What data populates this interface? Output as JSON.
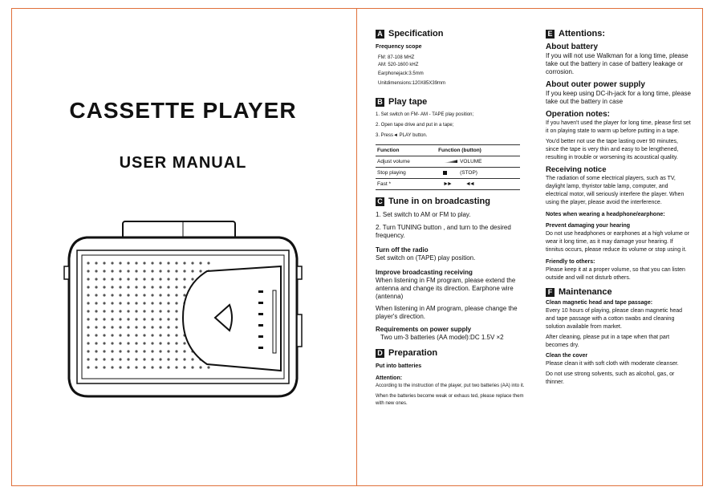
{
  "cover": {
    "title": "CASSETTE  PLAYER",
    "subtitle": "USER  MANUAL"
  },
  "spec": {
    "badge": "A",
    "title": "Specification",
    "freq_heading": "Frequency scope",
    "lines": [
      "FM: 87-108 MHZ",
      "AM: 520-1600 kHZ",
      "Earphonejack:3.5mm",
      "Unitdimensions:120X85X39mm"
    ]
  },
  "play": {
    "badge": "B",
    "title": "Play tape",
    "steps": [
      "1. Set switch on FM- AM - TAPE play position;",
      "2. Open tape drive and put in a tape;",
      "3. Press◄ PLAY button."
    ],
    "table": {
      "headers": [
        "Function",
        "Function (button)"
      ],
      "rows": [
        {
          "name": "Adjust volume",
          "button": "VOLUME"
        },
        {
          "name": "Stop playing",
          "button": "(STOP)"
        },
        {
          "name": "Fast *",
          "button": ""
        }
      ]
    }
  },
  "tune": {
    "badge": "C",
    "title": "Tune in on broadcasting",
    "step1": "1. Set switch to AM or FM to play.",
    "step2": "2. Turn TUNING button , and turn to the desired frequency.",
    "off_heading": "Turn off the radio",
    "off_text": "Set switch on  (TAPE) play position.",
    "improve_heading": "Improve broadcasting receiving",
    "improve_fm": "When listening in FM  program, please extend the antenna and change its direction. Earphone wire (antenna)",
    "improve_am": "When listening in AM program, please change the player's direction.",
    "power_heading": "Requirements on power supply",
    "power_text": "Two um-3 batteries (AA  model):DC 1.5V ×2"
  },
  "prep": {
    "badge": "D",
    "title": "Preparation",
    "sub": "Put into batteries",
    "attention": "Attention:",
    "text1": "According to the instruction of the player, put two batteries (AA) into it.",
    "text2": "When the batteries become weak or exhaus    ted, please replace them with new ones."
  },
  "attn": {
    "badge": "E",
    "title": "Attentions:",
    "battery_heading": "About battery",
    "battery_text": "If you will not use Walkman for a long time, please take out the battery in case of battery leakage or corrosion.",
    "power_heading": "About outer power supply",
    "power_text": "If you keep using DC-ih-jack for a long time, please take out the battery in case",
    "op_heading": "Operation notes:",
    "op_text1": "If you haven't used the player for long time, please first set it on playing state to warm up before putting in a tape.",
    "op_text2": "You'd better not use the tape lasting over 90 minutes, since the tape is very thin and easy to be lengthened, resulting in trouble or worsening its acoustical quality.",
    "recv_heading": "Receiving notice",
    "recv_text": "The radiation of some electrical players, such as TV, daylight lamp, thyristor table lamp, computer, and electrical motor, will seriously interfere the player. When using the player, please avoid the interference.",
    "notes_heading": "Notes when wearing a headphone/earphone:",
    "hearing_heading": "Prevent damaging your hearing",
    "hearing_text": "Do not use headphones or earphones at a high volume or wear it long time, as it may damage your hearing.  If tinnitus occurs, please reduce its volume or stop using it.",
    "others_heading": "Friendly to others:",
    "others_text": "Please keep it at a proper volume, so that you can listen outside and will not disturb others."
  },
  "maint": {
    "badge": "F",
    "title": "Maintenance",
    "clean_head_heading": "Clean magnetic head and tape passage:",
    "clean_head_text1": "Every 10 hours of playing, please clean magnetic head and tape passage with a cotton swabs and cleaning solution available from market.",
    "clean_head_text2": "After cleaning, please put in a tape when that part becomes dry.",
    "cover_heading": "Clean the cover",
    "cover_text1": "Please clean it with soft cloth with moderate cleanser.",
    "cover_text2": "Do not use strong solvents, such as alcohol, gas, or thinner."
  }
}
